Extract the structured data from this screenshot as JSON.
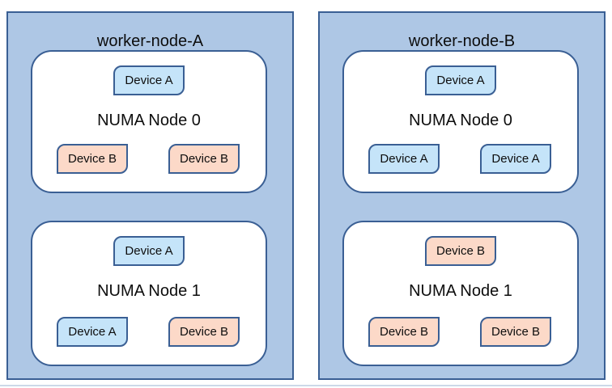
{
  "colors": {
    "panel_fill": "#aec7e5",
    "panel_border": "#3a5f94",
    "numa_fill": "#ffffff",
    "numa_border": "#3a5f94",
    "device_a_fill": "#c5e4f9",
    "device_b_fill": "#fcd9c8",
    "device_border": "#3a5f94",
    "text": "#0d0d0d",
    "bottom_rule": "#ccd9e8"
  },
  "nodes": [
    {
      "title": "worker-node-A",
      "numa_nodes": [
        {
          "label": "NUMA Node 0",
          "top_device": {
            "label": "Device A",
            "type": "A"
          },
          "bottom_devices": [
            {
              "label": "Device B",
              "type": "B"
            },
            {
              "label": "Device B",
              "type": "B"
            }
          ]
        },
        {
          "label": "NUMA Node 1",
          "top_device": {
            "label": "Device A",
            "type": "A"
          },
          "bottom_devices": [
            {
              "label": "Device A",
              "type": "A"
            },
            {
              "label": "Device B",
              "type": "B"
            }
          ]
        }
      ]
    },
    {
      "title": "worker-node-B",
      "numa_nodes": [
        {
          "label": "NUMA Node 0",
          "top_device": {
            "label": "Device A",
            "type": "A"
          },
          "bottom_devices": [
            {
              "label": "Device A",
              "type": "A"
            },
            {
              "label": "Device A",
              "type": "A"
            }
          ]
        },
        {
          "label": "NUMA Node 1",
          "top_device": {
            "label": "Device B",
            "type": "B"
          },
          "bottom_devices": [
            {
              "label": "Device B",
              "type": "B"
            },
            {
              "label": "Device B",
              "type": "B"
            }
          ]
        }
      ]
    }
  ]
}
